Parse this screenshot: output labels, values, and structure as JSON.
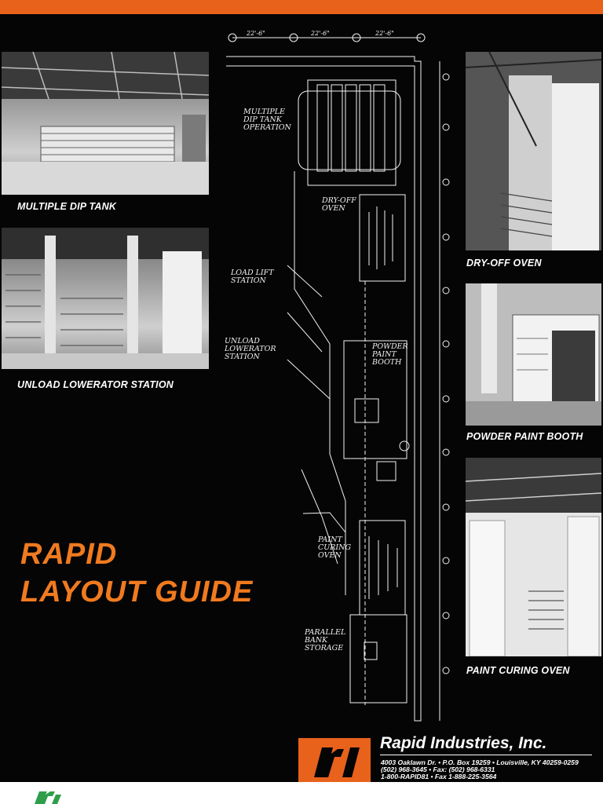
{
  "cover": {
    "title_line1": "RAPID",
    "title_line2": "LAYOUT GUIDE",
    "colors": {
      "accent_orange": "#e8621c",
      "title_orange": "#f07a1f",
      "background": "#050505",
      "footer_green": "#2e9e4a"
    }
  },
  "photos": [
    {
      "caption": "MULTIPLE DIP TANK"
    },
    {
      "caption": "UNLOAD LOWERATOR STATION"
    },
    {
      "caption": "DRY-OFF OVEN"
    },
    {
      "caption": "POWDER PAINT BOOTH"
    },
    {
      "caption": "PAINT CURING OVEN"
    }
  ],
  "plan": {
    "labels": {
      "multiple_dip_tank": "MULTIPLE\nDIP TANK\nOPERATION",
      "dry_off_oven": "DRY-OFF\nOVEN",
      "load_lift_station": "LOAD LIFT\nSTATION",
      "unload_lowerator_station": "UNLOAD\nLOWERATOR\nSTATION",
      "powder_paint_booth": "POWDER\nPAINT\nBOOTH",
      "paint_curing_oven": "PAINT\nCURING\nOVEN",
      "parallel_bank_storage": "PARALLEL\nBANK\nSTORAGE"
    },
    "dimensions": [
      "22'-6\"",
      "22'-6\"",
      "22'-6\""
    ]
  },
  "company": {
    "logo_text": "ri",
    "name": "Rapid Industries, Inc.",
    "address_line": "4003 Oaklawn Dr. • P.O. Box 19259 • Louisville, KY 40259-0259",
    "phone_line": "(502) 968-3645 • Fax: (502) 968-6331",
    "toll_free_line": "1-800-RAPID81 • Fax 1-888-225-3564"
  }
}
